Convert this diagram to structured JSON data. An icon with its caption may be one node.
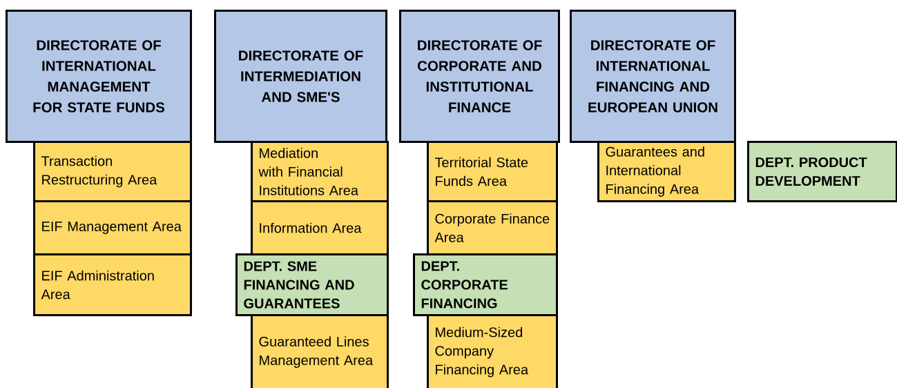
{
  "diagram": {
    "nodes": [
      {
        "text": [
          "DIRECTORATE OF INTERNATIONAL MANAGEMENT FOR STATE FUNDS"
        ]
      },
      {
        "text": [
          "Transaction Restructuring Area"
        ]
      },
      {
        "text": [
          "EIF Management Area"
        ]
      },
      {
        "text": [
          "EIF Administration Area"
        ]
      },
      {
        "text": [
          "DIRECTORATE OF INTERMEDIATION AND SME'S"
        ]
      },
      {
        "text": [
          "Mediation with Financial Institutions Area"
        ]
      },
      {
        "text": [
          "Information Area"
        ]
      },
      {
        "text": [
          "DEPT. SME FINANCING AND GUARANTEES"
        ]
      },
      {
        "text": [
          "Guaranteed Lines Management Area"
        ]
      },
      {
        "text": [
          "DIRECTORATE OF CORPORATE AND INSTITUTIONAL FINANCE"
        ]
      },
      {
        "text": [
          "Territorial State Funds Area"
        ]
      },
      {
        "text": [
          "Corporate Finance Area"
        ]
      },
      {
        "text": [
          "DEPT. CORPORATE FINANCING"
        ]
      },
      {
        "text": [
          "Medium-Sized Company Financing Area"
        ]
      },
      {
        "text": [
          "DIRECTORATE OF INTERNATIONAL FINANCING AND EUROPEAN UNION"
        ]
      },
      {
        "text": [
          "Guarantees and International Financing Area"
        ]
      },
      {
        "text": [
          "DEPT. PRODUCT DEVELOPMENT"
        ]
      }
    ]
  }
}
